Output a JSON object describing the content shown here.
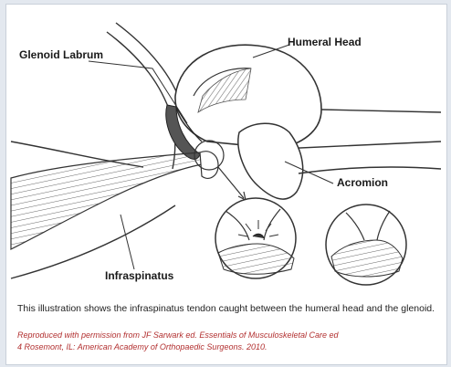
{
  "labels": {
    "glenoid_labrum": "Glenoid Labrum",
    "humeral_head": "Humeral Head",
    "acromion": "Acromion",
    "infraspinatus": "Infraspinatus"
  },
  "caption": "This illustration shows the infraspinatus tendon caught between the humeral head and the glenoid.",
  "credit": "Reproduced with permission from JF Sarwark ed. Essentials of Musculoskeletal Care ed\n4 Rosemont, IL: American Academy of Orthopaedic Surgeons. 2010.",
  "colors": {
    "credit": "#b23030",
    "line": "#333333",
    "hatch": "#777777"
  }
}
